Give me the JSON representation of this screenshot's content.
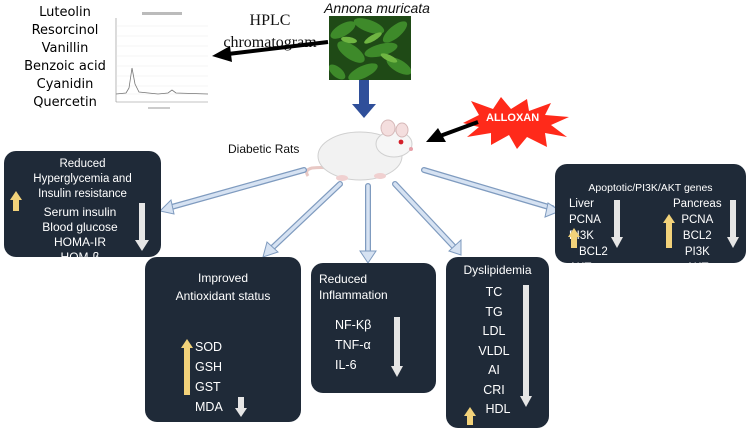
{
  "compounds": [
    "Luteolin",
    "Resorcinol",
    "Vanillin",
    "Benzoic acid",
    "Cyanidin",
    "Quercetin"
  ],
  "hplc_label": [
    "HPLC",
    "chromatogram"
  ],
  "plant_name": "Annona muricata",
  "rats_label": "Diabetic Rats",
  "inducer_label": "ALLOXAN",
  "colors": {
    "box": "#1f2a38",
    "arrow_up": "#f2d27a",
    "arrow_down": "#e6e6e6",
    "flow_arrow": "#d6e2f2",
    "inducer": "#ff2a1a",
    "flow_down": "#2f4f9a"
  },
  "boxes": {
    "hyperglycemia": {
      "title": [
        "Reduced",
        "Hyperglycemia and",
        "Insulin resistance"
      ],
      "items": [
        "Serum insulin",
        "Blood glucose",
        "HOMA-IR",
        "HOM-β"
      ]
    },
    "antioxidant": {
      "title": [
        "Improved",
        "Antioxidant status"
      ],
      "items": [
        "SOD",
        "GSH",
        "GST",
        "MDA"
      ]
    },
    "inflammation": {
      "title": [
        "Reduced",
        "Inflammation"
      ],
      "items": [
        "NF-Kβ",
        "TNF-α",
        "IL-6"
      ]
    },
    "dyslipidemia": {
      "title": [
        "Dyslipidemia"
      ],
      "items": [
        "TC",
        "TG",
        "LDL",
        "VLDL",
        "AI",
        "CRI",
        "HDL"
      ]
    },
    "genes": {
      "title": "Apoptotic/PI3K/AKT genes",
      "liver": {
        "label": "Liver",
        "items": [
          "PCNA",
          "PI3K",
          "BCL2",
          "AKT"
        ]
      },
      "pancreas": {
        "label": "Pancreas",
        "items": [
          "PCNA",
          "BCL2",
          "PI3K",
          "AKT"
        ]
      }
    }
  }
}
